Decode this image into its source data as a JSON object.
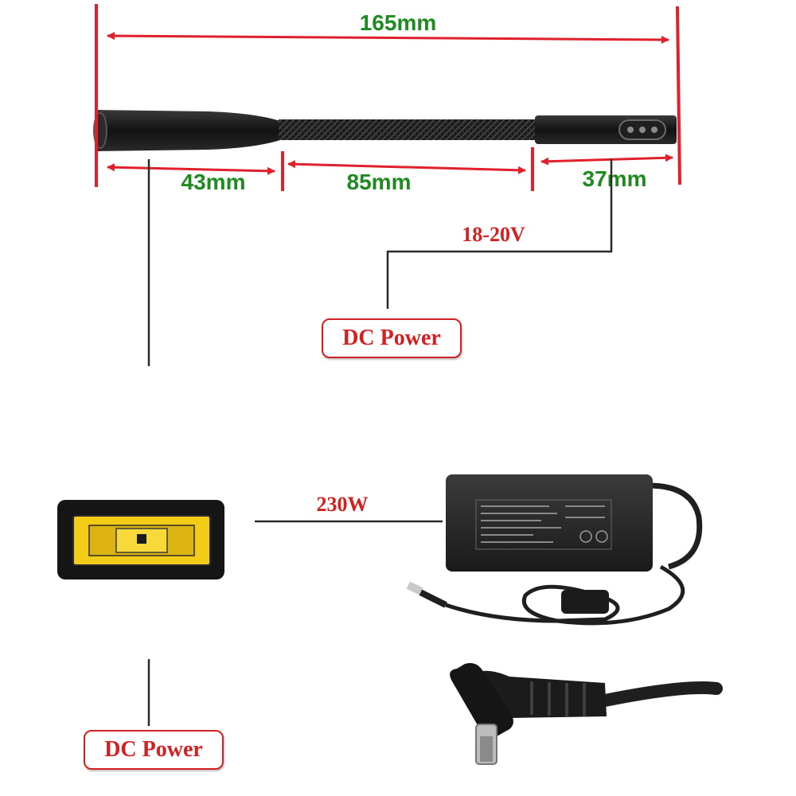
{
  "dimensions": {
    "total": "165mm",
    "segment_left": "43mm",
    "segment_middle": "85mm",
    "segment_right": "37mm"
  },
  "specs": {
    "voltage": "18-20V",
    "wattage": "230W"
  },
  "callouts": {
    "top": "DC Power",
    "bottom": "DC Power"
  },
  "colors": {
    "dimension_line": "#e0202a",
    "dimension_text": "#1f8a1f",
    "callout": "#d42020",
    "connector_yellow": "#f2cc16",
    "body_black": "#1b1b1b"
  }
}
